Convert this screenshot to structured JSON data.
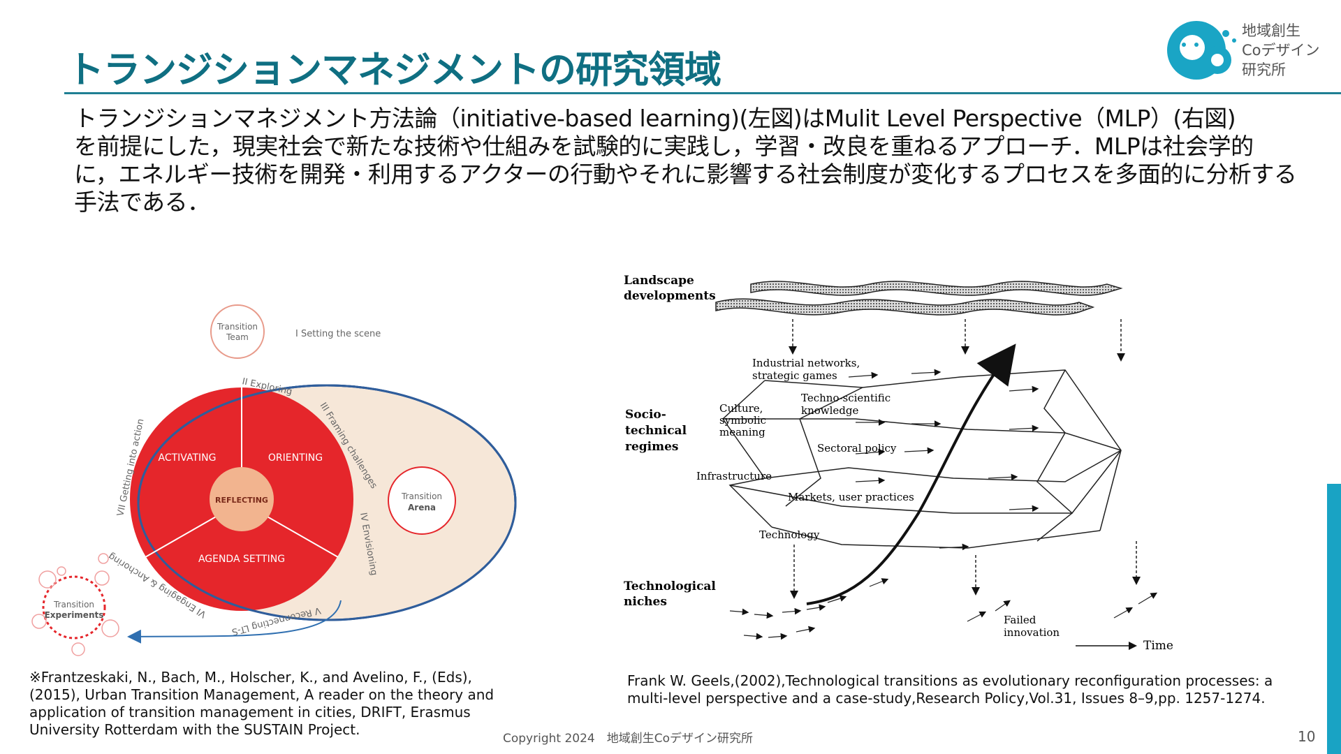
{
  "slide": {
    "title": "トランジションマネジメントの研究領域",
    "body_lines": [
      "トランジションマネジメント方法論（initiative-based learning)(左図)はMulit Level Perspective（MLP）(右図)",
      "を前提にした，現実社会で新たな技術や仕組みを試験的に実践し，学習・改良を重ねるアプローチ．MLPは社会学的",
      "に，エネルギー技術を開発・利用するアクターの行動やそれに影響する社会制度が変化するプロセスを多面的に分析する",
      "手法である．"
    ],
    "page_number": "10",
    "copyright": "Copyright 2024　地域創生Coデザイン研究所"
  },
  "logo": {
    "lines": [
      "地域創生",
      "Coデザイン",
      "研究所"
    ],
    "color": "#1aa5c5"
  },
  "left_figure": {
    "transition_team": [
      "Transition",
      "Team"
    ],
    "setting_scene": "I Setting the scene",
    "exploring": "II Exploring",
    "framing": "III Framing challenges",
    "envisioning": "IV Envisioning",
    "reconnecting": "V Reconnecting LT-S",
    "engaging": "VI Engaging & Anchoring",
    "getting_action": "VII Getting into action",
    "activating": "ACTIVATING",
    "orienting": "ORIENTING",
    "reflecting": "REFLECTING",
    "agenda": "AGENDA SETTING",
    "arena": [
      "Transition",
      "Arena"
    ],
    "experiments": [
      "Transition",
      "Experiments"
    ],
    "colors": {
      "red": "#e5262b",
      "light": "#f6e7d8",
      "blue": "#2f5d9b",
      "center": "#f2b48f"
    }
  },
  "right_figure": {
    "landscape": [
      "Landscape",
      "developments"
    ],
    "regimes": [
      "Socio-",
      "technical",
      "regimes"
    ],
    "niches": [
      "Technological",
      "niches"
    ],
    "industrial": [
      "Industrial networks,",
      "strategic games"
    ],
    "culture": [
      "Culture,",
      "symbolic",
      "meaning"
    ],
    "techno": [
      "Techno-scientific",
      "knowledge"
    ],
    "sectoral": "Sectoral policy",
    "infrastructure": "Infrastructure",
    "markets": "Markets, user practices",
    "technology": "Technology",
    "failed": [
      "Failed",
      "innovation"
    ],
    "time": "Time"
  },
  "citations": {
    "left": [
      "※Frantzeskaki, N., Bach, M., Holscher, K., and Avelino, F., (Eds),",
      "(2015), Urban Transition Management, A reader on the theory and",
      "application of transition management in cities, DRIFT, Erasmus",
      "University Rotterdam with the SUSTAIN Project."
    ],
    "right": [
      "Frank W. Geels,(2002),Technological transitions as evolutionary reconfiguration processes: a",
      "multi-level perspective and a case-study,Research Policy,Vol.31, Issues 8–9,pp. 1257-1274."
    ]
  }
}
